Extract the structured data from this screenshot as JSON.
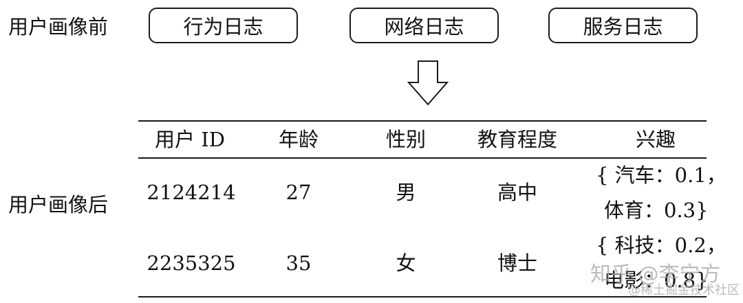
{
  "labels": {
    "before": "用户画像前",
    "after": "用户画像后"
  },
  "sources": [
    "行为日志",
    "网络日志",
    "服务日志"
  ],
  "table": {
    "headers": [
      "用户 ID",
      "年龄",
      "性别",
      "教育程度",
      "兴趣"
    ],
    "rows": [
      {
        "id": "2124214",
        "age": "27",
        "gender": "男",
        "education": "高中",
        "interest_line1": "{ 汽车：0.1，",
        "interest_line2": "体育：0.3}"
      },
      {
        "id": "2235325",
        "age": "35",
        "gender": "女",
        "education": "博士",
        "interest_line1": "{ 科技：0.2，",
        "interest_line2": "电影：0.8}"
      }
    ]
  },
  "watermark": {
    "line1": "知乎 @李宁方",
    "line2": "@稀土掘金技术社区"
  }
}
